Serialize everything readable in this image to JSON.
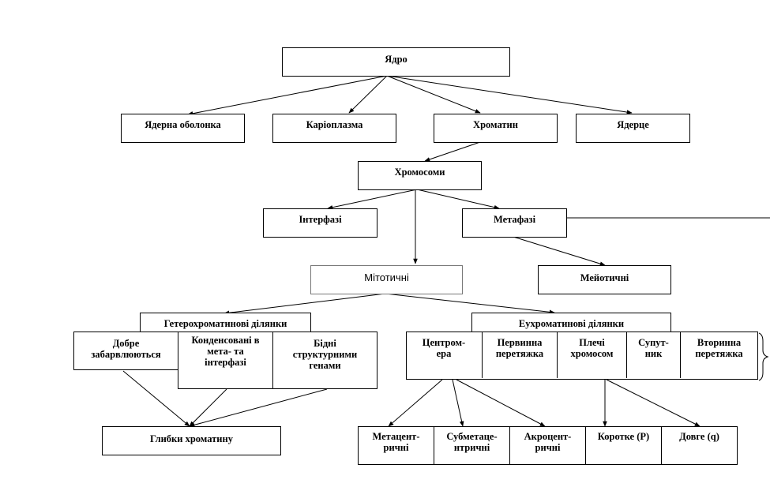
{
  "nodes": {
    "yadro": "Ядро",
    "obolonka": "Ядерна оболонка",
    "karioplazma": "Каріоплазма",
    "khromatyn": "Хроматин",
    "yadertse": "Ядерце",
    "khromosomy": "Хромосоми",
    "interfazi": "Інтерфазі",
    "metafazi": "Метафазі",
    "mitotychni": "Мітотичні",
    "meiotychni": "Мейотичні",
    "geterokhromatynovi": "Гетерохроматинові ділянки",
    "eukhromatynovi": "Еухроматинові ділянки",
    "dobre": "Добре\nзабарвлюються",
    "kondensovani": "Конденсовані в\nмета- та\nінтерфазі",
    "bidni": "Бідні\nструктурними\nгенами",
    "hlybky": "Глибки хроматину",
    "tsentromera": "Центром-\nера",
    "pervynna": "Первинна\nперетяжка",
    "plechi": "Плечі\nхромосом",
    "suputnyk": "Супут-\nник",
    "vtorynna": "Вторинна\nперетяжка",
    "metatsentrychni": "Метацент-\nричні",
    "submetatsentrychni": "Субметаце-\nнтричні",
    "akrotsentrychni": "Акроцент-\nричні",
    "korotke": "Коротке (Р)",
    "dovhe": "Довге (q)"
  },
  "colors": {
    "line": "#000000",
    "box_border": "#000000",
    "background": "#ffffff"
  }
}
